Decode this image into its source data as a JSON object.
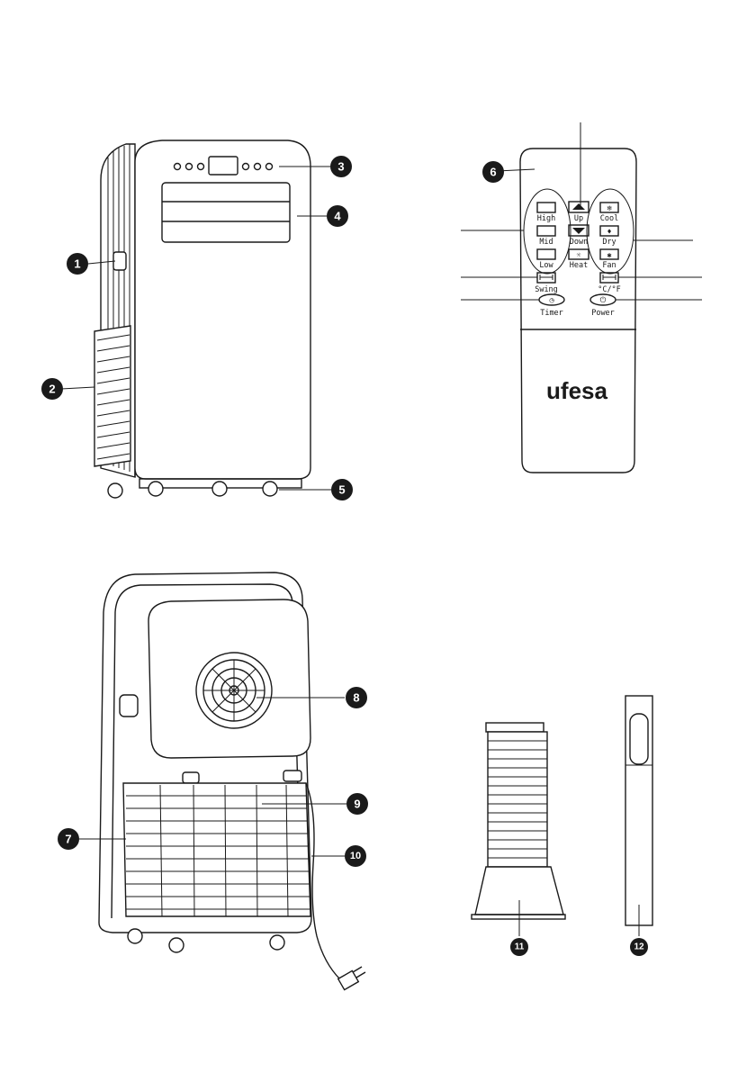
{
  "callouts": [
    {
      "id": "c1",
      "label": "1"
    },
    {
      "id": "c2",
      "label": "2"
    },
    {
      "id": "c3",
      "label": "3"
    },
    {
      "id": "c4",
      "label": "4"
    },
    {
      "id": "c5",
      "label": "5"
    },
    {
      "id": "c6",
      "label": "6"
    },
    {
      "id": "c7",
      "label": "7"
    },
    {
      "id": "c8",
      "label": "8"
    },
    {
      "id": "c9",
      "label": "9"
    },
    {
      "id": "c10",
      "label": "10"
    },
    {
      "id": "c11",
      "label": "11"
    },
    {
      "id": "c12",
      "label": "12"
    }
  ],
  "remote": {
    "brand": "ufesa",
    "buttons": {
      "high": "High",
      "mid": "Mid",
      "low": "Low",
      "up": "Up",
      "down": "Down",
      "heat": "Heat",
      "cool": "Cool",
      "dry": "Dry",
      "fan": "Fan",
      "swing": "Swing",
      "unit": "°C/°F",
      "timer": "Timer",
      "power": "Power"
    }
  }
}
